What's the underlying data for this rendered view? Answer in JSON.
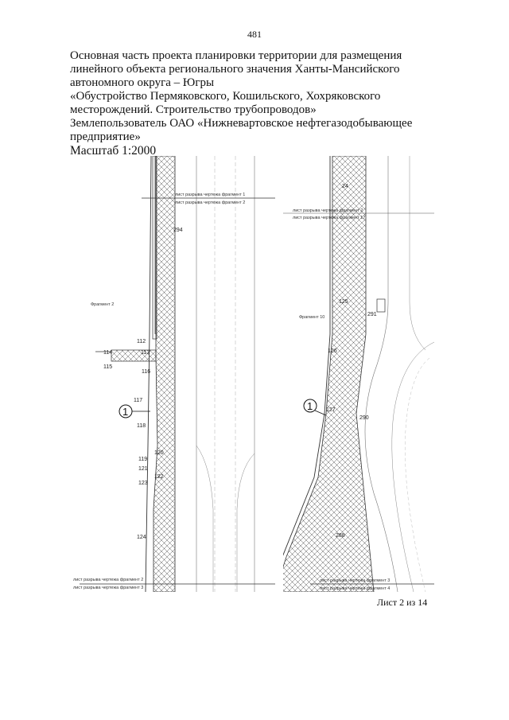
{
  "page_number": "481",
  "title_lines": [
    "Основная часть проекта планировки территории для размещения",
    "линейного объекта регионального значения Ханты-Мансийского",
    "автономного округа – Югры",
    "«Обустройство Пермяковского, Кошильского, Хохряковского",
    "месторождений. Строительство трубопроводов»",
    "Землепользователь ОАО «Нижневартовское нефтегазодобывающее",
    "предприятие»"
  ],
  "scale": "Масштаб 1:2000",
  "sheet": "Лист 2 из 14",
  "drawing": {
    "left": {
      "break_top_1": "лист разрыва чертежа  фрагмент 1",
      "break_top_2": "лист разрыва чертежа  фрагмент 2",
      "fragment": "Фрагмент 2",
      "break_bottom_1": "лист разрыва чертежа  фрагмент 2",
      "break_bottom_2": "лист разрыва чертежа  фрагмент 3",
      "callout": "1",
      "points": {
        "p294": "294",
        "p112": "112",
        "p113": "113",
        "p114": "114",
        "p115": "115",
        "p116": "116",
        "p117": "117",
        "p118": "118",
        "p119": "119",
        "p120": "120",
        "p121": "121",
        "p122": "122",
        "p123": "123",
        "p124": "124"
      }
    },
    "right": {
      "break_top_1": "лист разрыва чертежа  фрагмент 2",
      "break_top_2": "лист разрыва чертежа  фрагмент 17",
      "fragment": "Фрагмент 10",
      "break_bottom_1": "лист разрыва чертежа  фрагмент 3",
      "break_bottom_2": "лист разрыва чертежа  фрагмент 4",
      "callout": "1",
      "points": {
        "p24": "24",
        "p125": "125",
        "p291": "291",
        "p126": "126",
        "p127": "127",
        "p290": "290",
        "p288": "288"
      }
    }
  }
}
